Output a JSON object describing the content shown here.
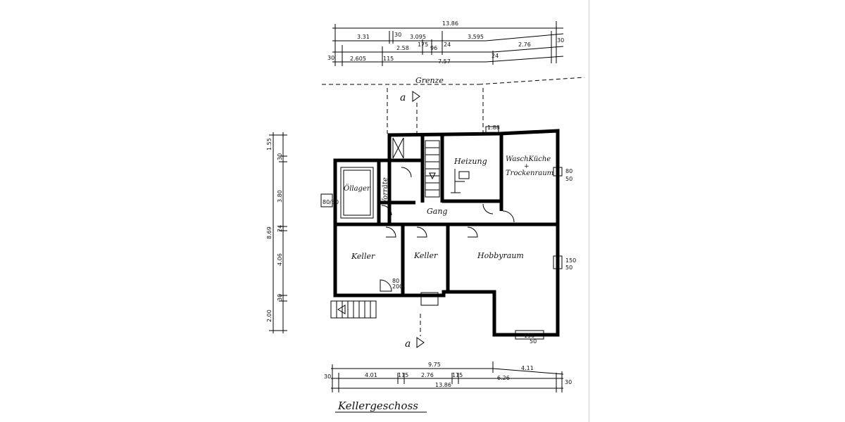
{
  "title": "Kellergeschoss",
  "boundary_label": "Grenze",
  "section_marker": "a",
  "rooms": {
    "oellager": "Öllager",
    "vorraete": "Vorräte",
    "heizung": "Heizung",
    "waschkueche_line1": "WaschKüche",
    "waschkueche_line2": "+",
    "waschkueche_line3": "Trockenraum",
    "gang": "Gang",
    "keller_1": "Keller",
    "keller_2": "Keller",
    "hobbyraum": "Hobbyraum"
  },
  "dimensions": {
    "top": {
      "total": "13.86",
      "row1": [
        "3.31",
        "30",
        "3.095",
        "3.595",
        "30"
      ],
      "row2": [
        "2.58",
        "175",
        "96",
        "24",
        "2.76"
      ],
      "row3": [
        "30",
        "2.605",
        "115",
        "7.57",
        "24"
      ]
    },
    "left": {
      "total": "8.69",
      "segments": [
        "1.55",
        "30",
        "3.80",
        "24",
        "4.06",
        "30",
        "2.00"
      ]
    },
    "bottom": {
      "total": "13.86",
      "row1": [
        "9.75",
        "4.11"
      ],
      "row2": [
        "30",
        "4.01",
        "115",
        "2.76",
        "115",
        "6.26",
        "30"
      ]
    },
    "windows": {
      "west": "80/80",
      "east_upper_1": "80",
      "east_upper_2": "50",
      "east_lower_1": "150",
      "east_lower_2": "50",
      "south_1": "150",
      "south_2": "50",
      "door_1": "80",
      "door_2": "200",
      "top_small": "1.88"
    }
  }
}
